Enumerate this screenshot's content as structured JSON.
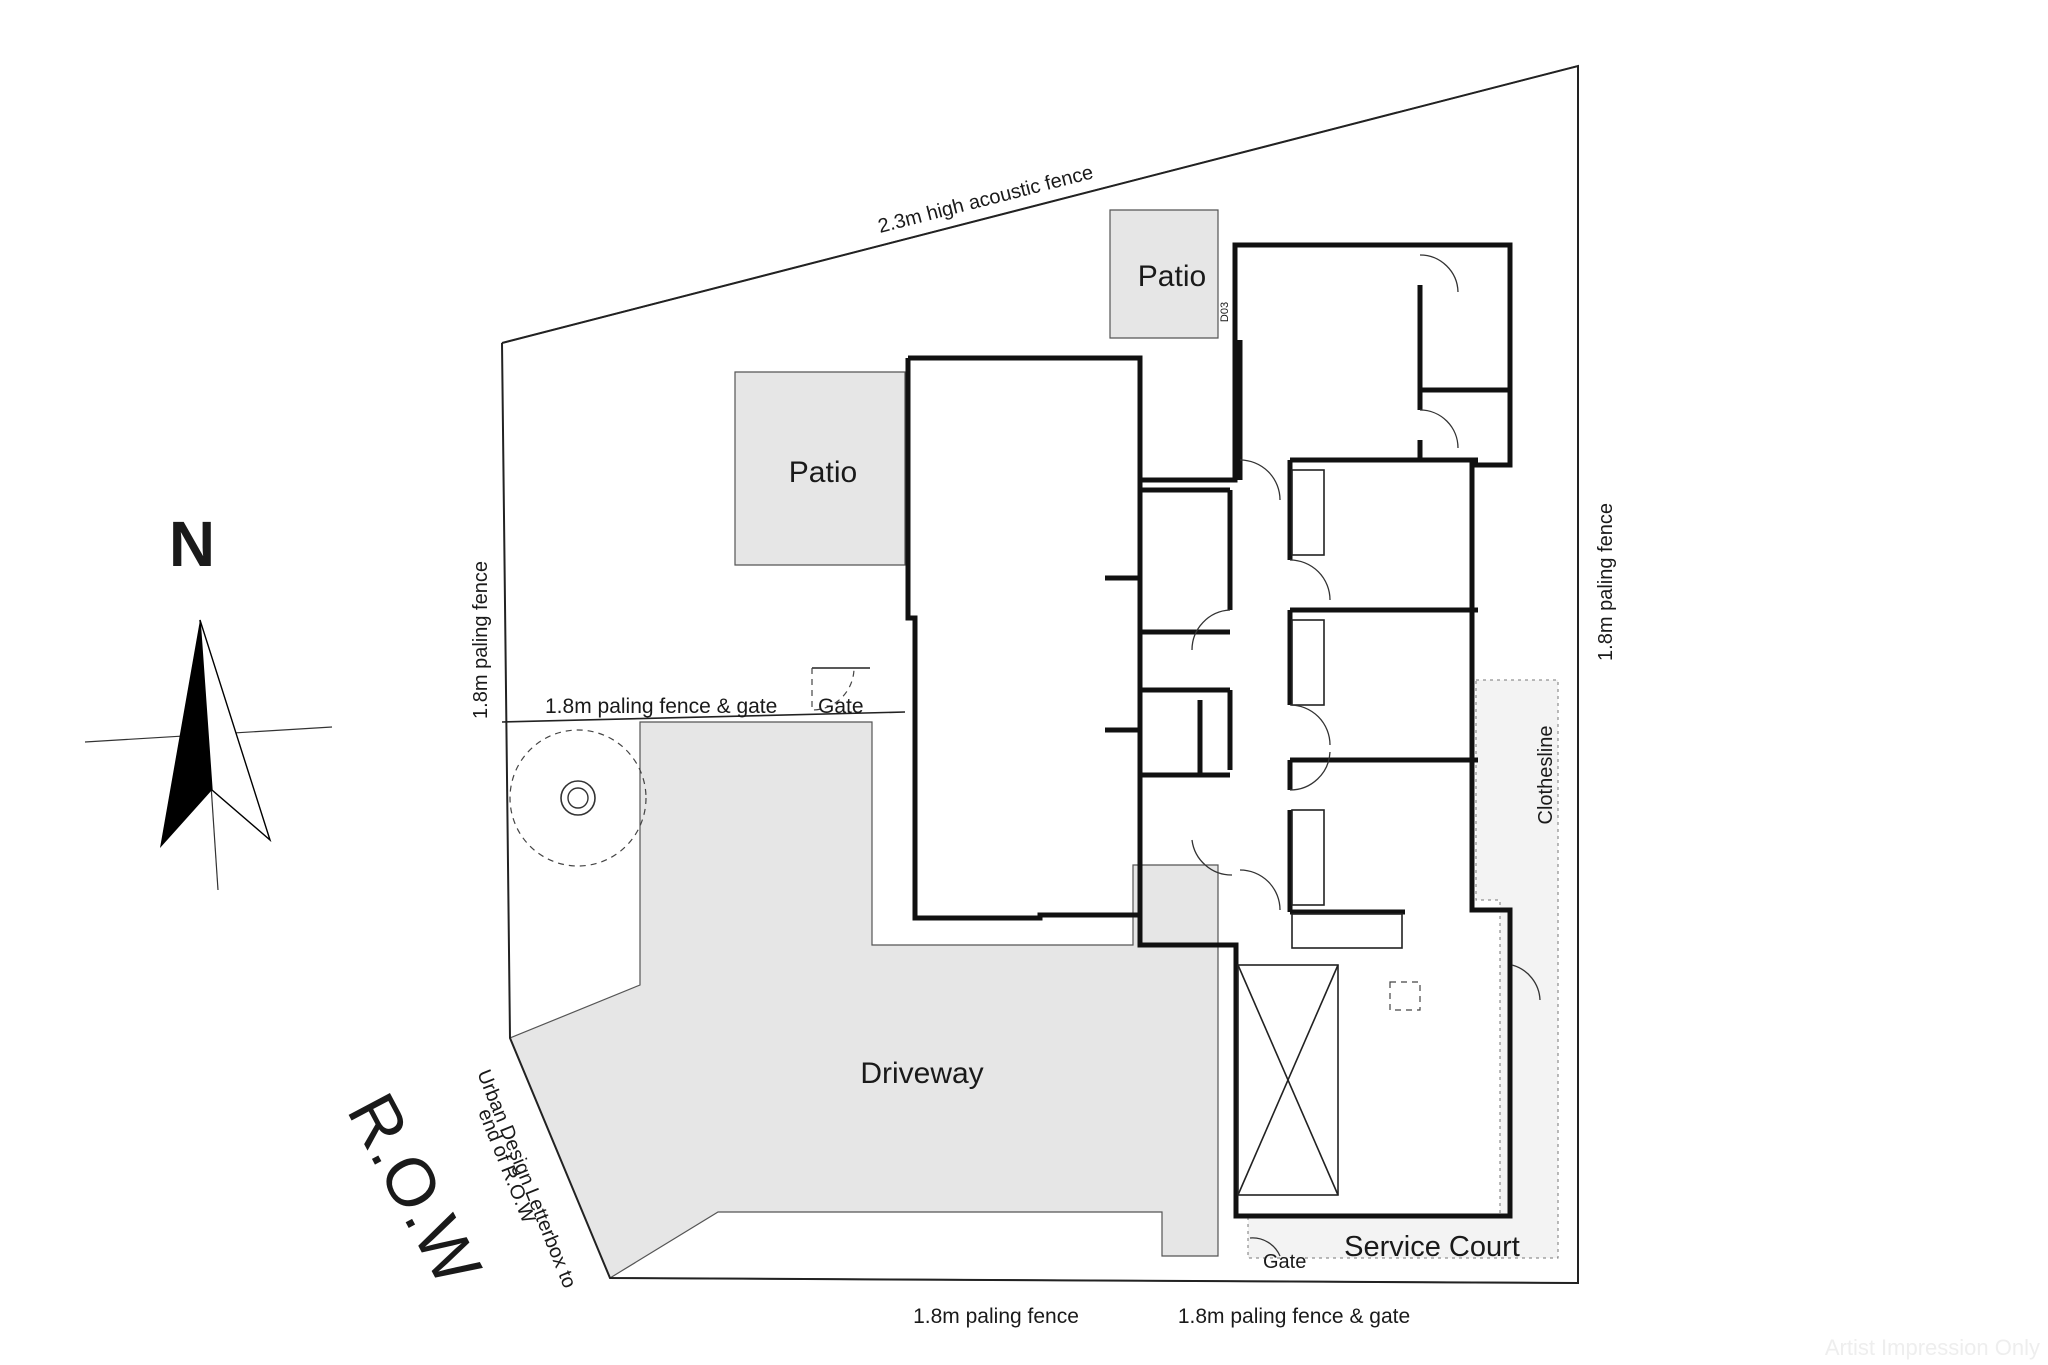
{
  "labels": {
    "acoustic_fence": "2.3m high acoustic fence",
    "paling_fence_left": "1.8m paling fence",
    "paling_fence_right": "1.8m paling fence",
    "paling_fence_bottom": "1.8m paling fence",
    "paling_fence_gate_mid": "1.8m paling fence & gate",
    "paling_fence_gate_bottom": "1.8m paling fence & gate",
    "gate_left": "Gate",
    "gate_bottom": "Gate",
    "patio_left": "Patio",
    "patio_top": "Patio",
    "driveway": "Driveway",
    "service_court": "Service Court",
    "clothesline": "Clothesline",
    "row": "R.O.W",
    "letterbox_line1": "Urban Design Letterbox to",
    "letterbox_line2": "end of R.O.W",
    "north": "N",
    "door_tag": "D03",
    "watermark": "Artist Impression Only"
  },
  "colors": {
    "wall": "#111111",
    "paving": "#e6e6e6",
    "background": "#ffffff"
  },
  "icons": {
    "north_arrow": "north-arrow-icon",
    "tree": "tree-icon",
    "door_swing": "door-swing-icon"
  }
}
